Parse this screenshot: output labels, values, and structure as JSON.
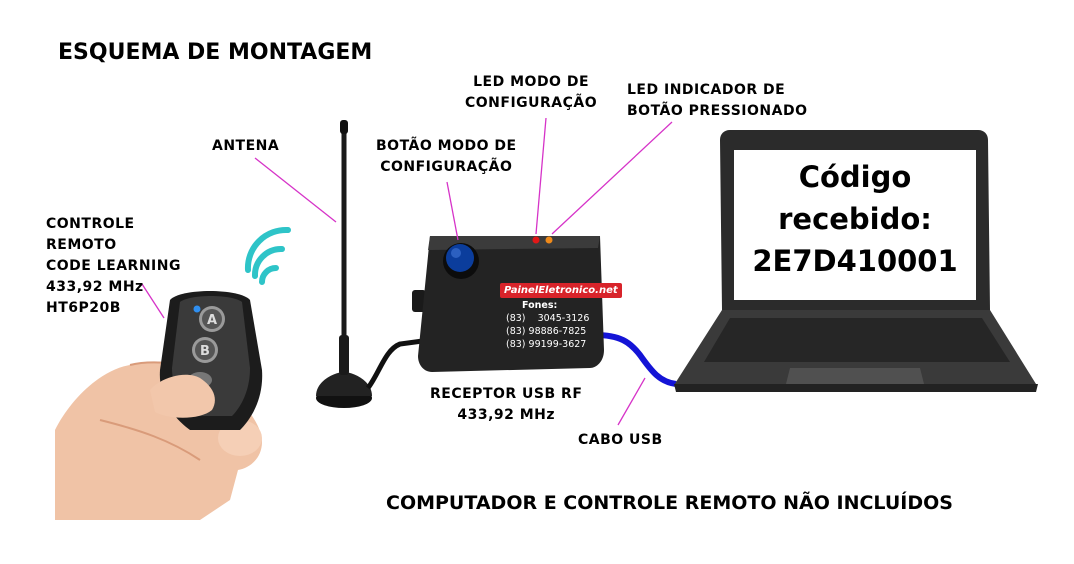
{
  "title": "ESQUEMA DE MONTAGEM",
  "labels": {
    "antenna": "ANTENA",
    "config_button": "BOTÃO MODO DE\nCONFIGURAÇÃO",
    "config_led": "LED MODO DE\nCONFIGURAÇÃO",
    "press_led": "LED INDICADOR DE\nBOTÃO PRESSIONADO",
    "remote": "CONTROLE\nREMOTO\nCODE LEARNING\n433,92 MHz\nHT6P20B",
    "receiver": "RECEPTOR USB RF\n433,92 MHz",
    "usb_cable": "CABO USB"
  },
  "device": {
    "brand": "PainelEletronico.net",
    "phones_title": "Fones:",
    "phones": [
      "(83)    3045-3126",
      "(83) 98886-7825",
      "(83) 99199-3627"
    ]
  },
  "laptop_screen": {
    "line1": "Código",
    "line2": "recebido:",
    "line3": "2E7D410001"
  },
  "footer": "COMPUTADOR E CONTROLE REMOTO NÃO INCLUÍDOS",
  "colors": {
    "leader_line": "#d633c8",
    "usb_cable": "#1414d6",
    "led_red": "#e01818",
    "led_orange": "#f08a1a",
    "button_blue": "#0b3d9c",
    "brand_red": "#d8232a"
  }
}
